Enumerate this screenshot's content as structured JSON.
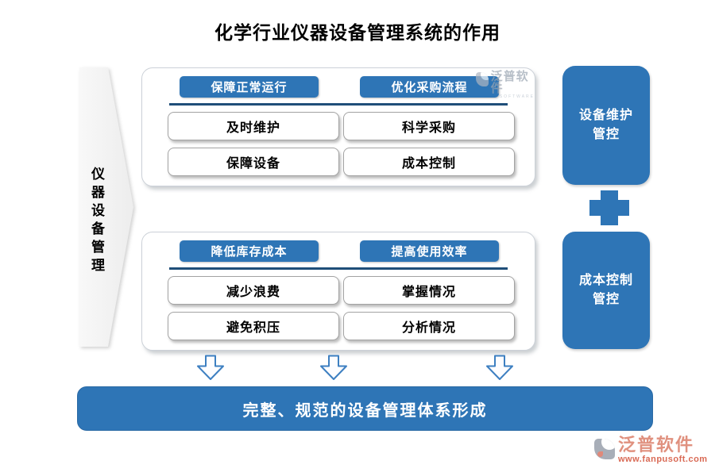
{
  "title": "化学行业仪器设备管理系统的作用",
  "left_banner": {
    "label": "仪器设备管理"
  },
  "panels": [
    {
      "headers": [
        "保障正常运行",
        "优化采购流程"
      ],
      "items": [
        "及时维护",
        "科学采购",
        "保障设备",
        "成本控制"
      ]
    },
    {
      "headers": [
        "降低库存成本",
        "提高使用效率"
      ],
      "items": [
        "减少浪费",
        "掌握情况",
        "避免积压",
        "分析情况"
      ]
    }
  ],
  "right_boxes": [
    {
      "line1": "设备维护",
      "line2": "管控"
    },
    {
      "line1": "成本控制",
      "line2": "管控"
    }
  ],
  "bottom_bar": {
    "label": "完整、规范的设备管理体系形成"
  },
  "watermark": {
    "name": "泛普软件",
    "sub": "SOFTWARE"
  },
  "brand": {
    "name": "泛普软件",
    "url": "www.fanpusoft.com"
  },
  "icons": {
    "plus": "plus-icon",
    "down_arrow": "down-arrow-icon",
    "left_banner": "chevron-right-banner"
  },
  "colors": {
    "accent_blue": "#2E75B6",
    "divider_navy": "#1F4E79",
    "banner_gray": "#F2F2F2",
    "logo_coral": "#D96A55",
    "watermark_gray": "#9AA4B1"
  }
}
